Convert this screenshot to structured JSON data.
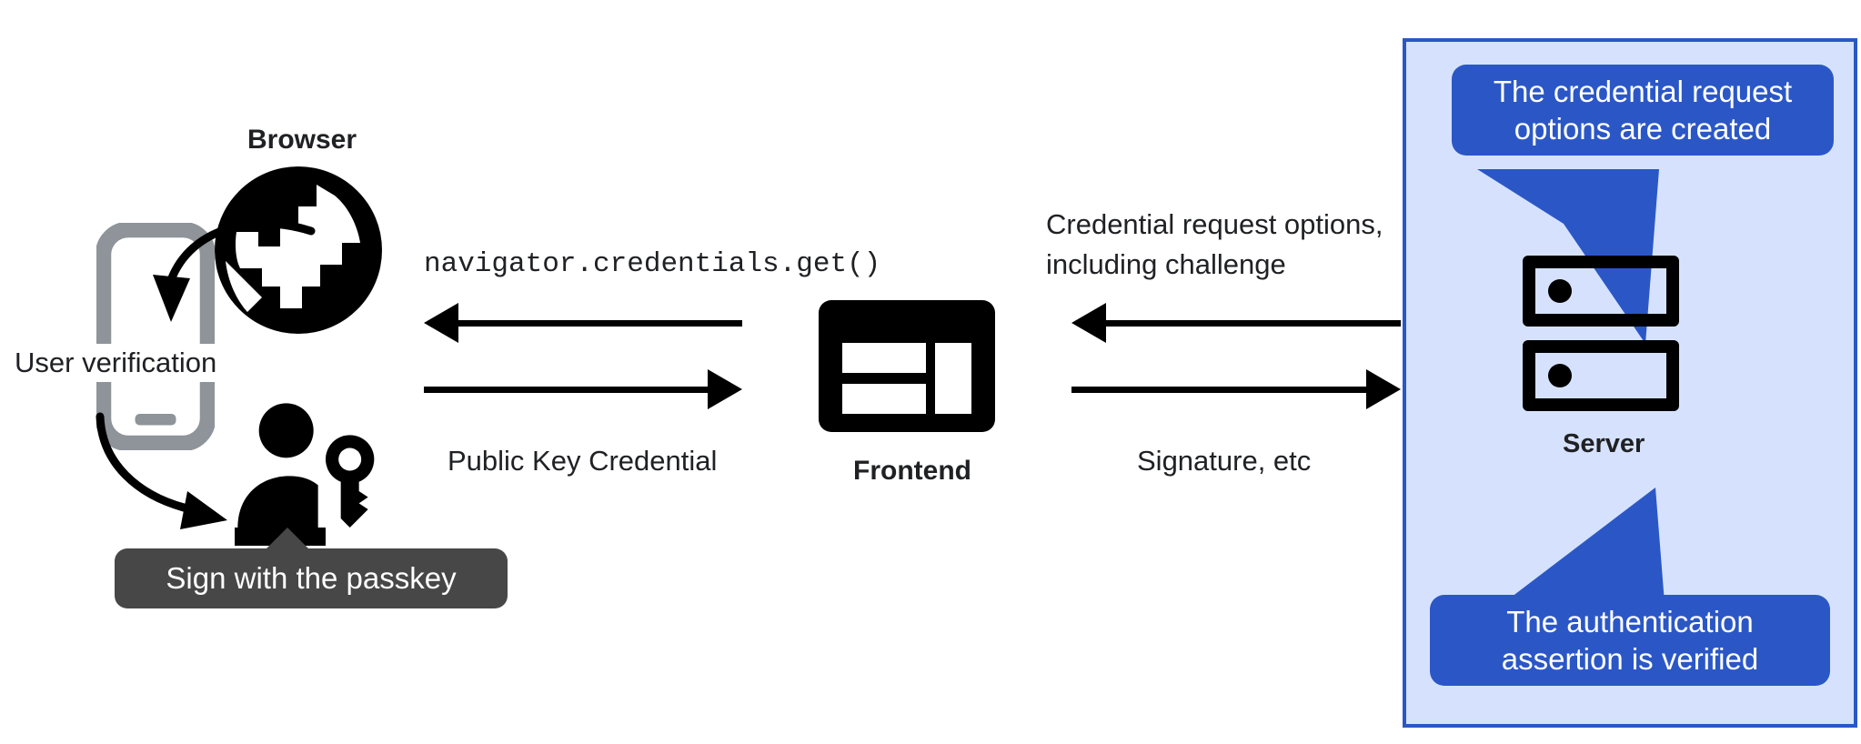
{
  "diagram": {
    "title": "WebAuthn passkey authentication flow",
    "colors": {
      "accent_blue": "#2B57C6",
      "zone_blue": "#D6E2FD",
      "tooltip_gray": "#474747",
      "icon_black": "#000000",
      "phone_gray": "#8E9499",
      "text": "#202124",
      "white": "#FFFFFF"
    }
  },
  "nodes": {
    "browser": {
      "label": "Browser",
      "icon": "globe-icon"
    },
    "phone": {
      "icon": "mobile-phone-icon"
    },
    "user": {
      "icon": "person-with-key-icon"
    },
    "frontend": {
      "label": "Frontend",
      "icon": "web-window-icon"
    },
    "server": {
      "label": "Server",
      "icon": "server-rack-icon"
    }
  },
  "labels": {
    "user_verification": "User verification",
    "navigator_get": "navigator.credentials.get()",
    "public_key_credential": "Public Key Credential",
    "credential_request_options_line1": "Credential request options,",
    "credential_request_options_line2": "including challenge",
    "signature_etc": "Signature, etc"
  },
  "callouts": {
    "passkey_tooltip": "Sign with the passkey",
    "server_top_line1": "The credential request",
    "server_top_line2": "options are created",
    "server_bottom_line1": "The authentication",
    "server_bottom_line2": "assertion is verified"
  },
  "arrows": [
    {
      "name": "browser-to-phone",
      "direction": "curved-down-left"
    },
    {
      "name": "phone-to-user",
      "direction": "curved-down-right"
    },
    {
      "name": "frontend-to-browser",
      "direction": "left"
    },
    {
      "name": "browser-to-frontend",
      "direction": "right"
    },
    {
      "name": "server-to-frontend",
      "direction": "left"
    },
    {
      "name": "frontend-to-server",
      "direction": "right"
    }
  ]
}
